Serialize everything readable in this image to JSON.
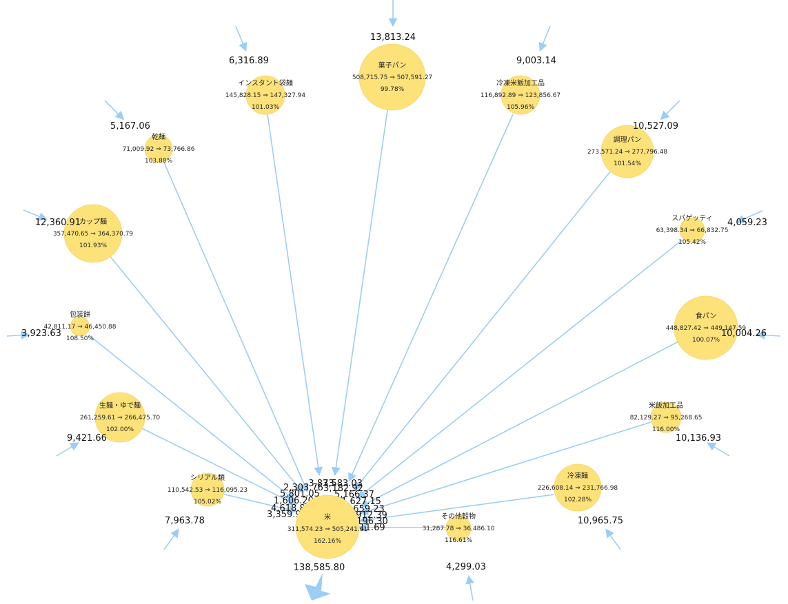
{
  "colors": {
    "node": "#fde27a",
    "link": "#9ccdf5",
    "arrow": "#9ccdf5",
    "text": "#222222"
  },
  "center": {
    "name": "米",
    "flow": "311,574.23 ⇒ 505,241.61",
    "pct": "162.16%",
    "outer_value": "138,585.80"
  },
  "nodes": [
    {
      "id": "kashipan",
      "name": "菓子パン",
      "flow": "508,715.75 ⇒ 507,591.27",
      "pct": "99.78%",
      "outer_value": "13,813.24",
      "edge_label": "3,583.03"
    },
    {
      "id": "instant",
      "name": "インスタント袋麺",
      "flow": "145,828.15 ⇒ 147,327.94",
      "pct": "101.03%",
      "outer_value": "6,316.89",
      "edge_label": "3,873"
    },
    {
      "id": "reitomeshi",
      "name": "冷凍米飯加工品",
      "flow": "116,892.89 ⇒ 123,856.67",
      "pct": "105.96%",
      "outer_value": "9,003.14",
      "edge_label": "3,182.92"
    },
    {
      "id": "kanmen",
      "name": "乾麺",
      "flow": "71,009.92 ⇒ 73,766.86",
      "pct": "103.88%",
      "outer_value": "5,167.06",
      "edge_label": "2,303.76"
    },
    {
      "id": "chouri",
      "name": "調理パン",
      "flow": "273,571.24 ⇒ 277,796.48",
      "pct": "101.54%",
      "outer_value": "10,527.09",
      "edge_label": "5,166.37"
    },
    {
      "id": "cupmen",
      "name": "カップ麺",
      "flow": "357,470.65 ⇒ 364,370.79",
      "pct": "101.93%",
      "outer_value": "12,360.91",
      "edge_label": "5,801.05"
    },
    {
      "id": "spaghetti",
      "name": "スパゲッティ",
      "flow": "63,398.34 ⇒ 66,832.75",
      "pct": "105.42%",
      "outer_value": "4,059.23",
      "edge_label": "1,627.15"
    },
    {
      "id": "housoumochi",
      "name": "包装餅",
      "flow": "42,811.17 ⇒ 46,450.88",
      "pct": "108.50%",
      "outer_value": "3,923.63",
      "edge_label": "1,606.20"
    },
    {
      "id": "shokupan",
      "name": "食パン",
      "flow": "448,827.42 ⇒ 449,147.59",
      "pct": "100.07%",
      "outer_value": "10,004.26",
      "edge_label": "659.23"
    },
    {
      "id": "namamen",
      "name": "生麺・ゆで麺",
      "flow": "261,259.61 ⇒ 266,475.70",
      "pct": "102.00%",
      "outer_value": "9,421.66",
      "edge_label": "4,618.87"
    },
    {
      "id": "beihan",
      "name": "米飯加工品",
      "flow": "82,129.27 ⇒ 95,268.65",
      "pct": "116.00%",
      "outer_value": "10,136.93",
      "edge_label": "912.39"
    },
    {
      "id": "cereal",
      "name": "シリアル類",
      "flow": "110,542.53 ⇒ 116,095.23",
      "pct": "105.02%",
      "outer_value": "7,963.78",
      "edge_label": "3,359.90"
    },
    {
      "id": "reitomen",
      "name": "冷凍麺",
      "flow": "226,608.14 ⇒ 231,766.98",
      "pct": "102.28%",
      "outer_value": "10,965.75",
      "edge_label": "196.30"
    },
    {
      "id": "sonota",
      "name": "その他穀物",
      "flow": "31,287.78 ⇒ 36,486.10",
      "pct": "116.61%",
      "outer_value": "4,299.03",
      "edge_label": "11.69"
    }
  ]
}
